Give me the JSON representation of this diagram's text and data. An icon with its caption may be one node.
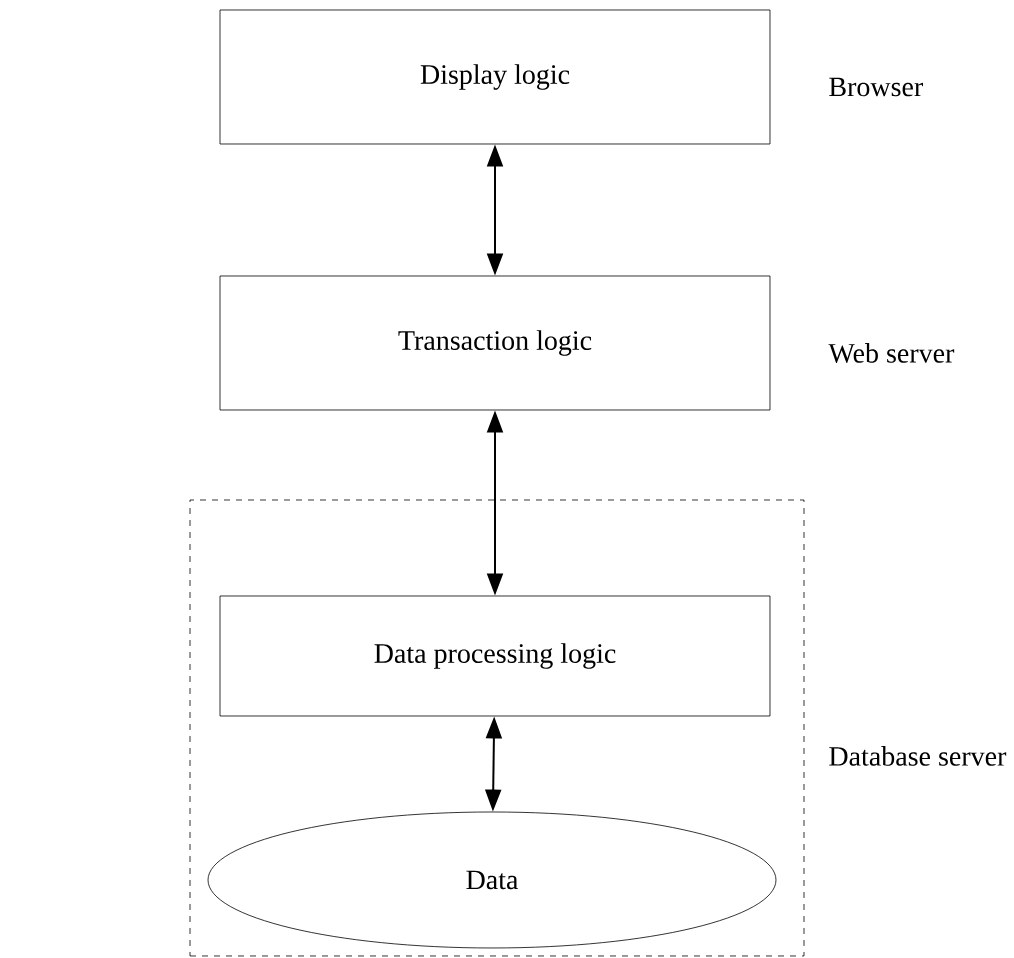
{
  "diagram": {
    "nodes": [
      {
        "text": [
          "Display logic"
        ],
        "beside": [
          "Browser"
        ]
      },
      {
        "text": [
          "Transaction logic"
        ],
        "beside": [
          "Web server"
        ]
      },
      {
        "text": [],
        "shape": "box",
        "beside": [
          "Database server"
        ]
      },
      {
        "text": [
          "Data processing logic"
        ],
        "in": 2
      },
      {
        "text": [
          "Data"
        ],
        "in": 2
      }
    ],
    "edges": [
      {
        "from": 0,
        "to": 1,
        "arrow": "both"
      },
      {
        "from": 1,
        "to": 3,
        "arrow": "both"
      },
      {
        "from": 3,
        "to": 4,
        "arrow": "both"
      }
    ]
  }
}
